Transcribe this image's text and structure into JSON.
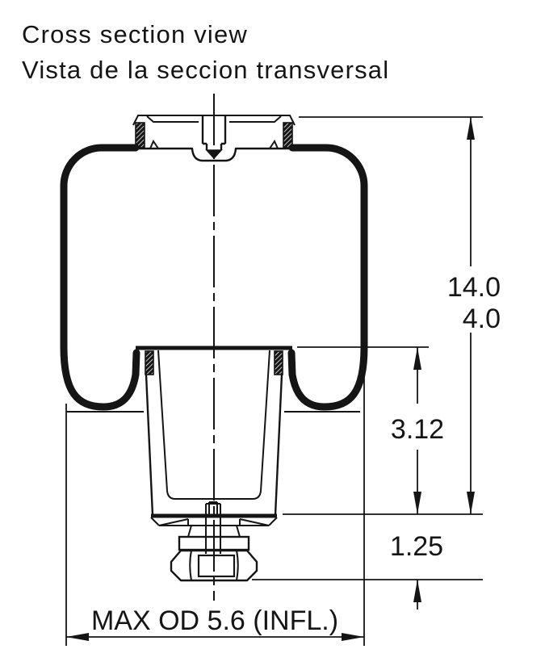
{
  "title": {
    "line1": "Cross section view",
    "line2": "Vista de la seccion transversal"
  },
  "drawing": {
    "description": "air spring cross-section technical drawing",
    "dimensions": {
      "overall_height_primary": "14.0",
      "overall_height_secondary": "4.0",
      "piston_height": "3.12",
      "lower_section_height": "1.25",
      "max_outer_diameter": "MAX OD 5.6 (INFL.)"
    },
    "colors": {
      "line": "#151515",
      "background": "#ffffff"
    }
  }
}
